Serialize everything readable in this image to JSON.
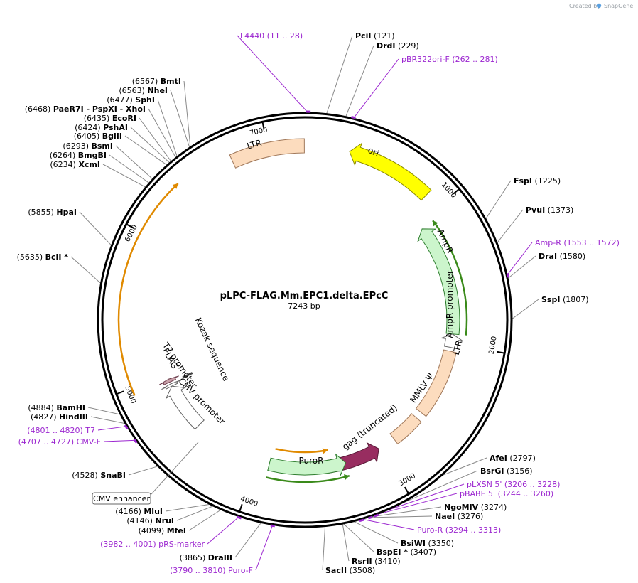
{
  "header": {
    "credit": "Created by",
    "brand": "SnapGene"
  },
  "plasmid": {
    "name": "pLPC-FLAG.Mm.EPC1.delta.EPcC",
    "size": "7243 bp",
    "length": 7243
  },
  "ticks": [
    {
      "pos": 1000,
      "label": "1000"
    },
    {
      "pos": 2000,
      "label": "2000"
    },
    {
      "pos": 3000,
      "label": "3000"
    },
    {
      "pos": 4000,
      "label": "4000"
    },
    {
      "pos": 5000,
      "label": "5000"
    },
    {
      "pos": 6000,
      "label": "6000"
    },
    {
      "pos": 7000,
      "label": "7000"
    }
  ],
  "features": [
    {
      "name": "ori",
      "label": "ori",
      "start": 300,
      "end": 890,
      "strand": -1,
      "track": "t3",
      "color": "#ffff00",
      "stroke": "#8a8a00"
    },
    {
      "name": "ltr-top",
      "label": "LTR",
      "start": 6750,
      "end": 7240,
      "strand": 0,
      "track": "t3",
      "color": "#fcdcbe",
      "stroke": "#a0785a"
    },
    {
      "name": "ampr",
      "label": "AmpR",
      "start": 1050,
      "end": 1920,
      "strand": -1,
      "track": "t2",
      "color": "#ccf5cc",
      "stroke": "#2d7d2d"
    },
    {
      "name": "ampr-promoter",
      "label": "AmpR promoter",
      "start": 1921,
      "end": 2025,
      "strand": -1,
      "track": "t2",
      "color": "#ffffff",
      "stroke": "#666666"
    },
    {
      "name": "ltr-right",
      "label": "LTR",
      "start": 2055,
      "end": 2585,
      "strand": 0,
      "track": "t2",
      "color": "#fcdcbe",
      "stroke": "#a0785a"
    },
    {
      "name": "mmlv-psi",
      "label": "MMLV Ψ",
      "start": 2640,
      "end": 2880,
      "strand": 0,
      "track": "t2",
      "color": "#fcdcbe",
      "stroke": "#a0785a"
    },
    {
      "name": "gag-truncated",
      "label": "gag (truncated)",
      "start": 3020,
      "end": 3440,
      "strand": -1,
      "track": "t2",
      "color": "#982d60",
      "stroke": "#5a1a38"
    },
    {
      "name": "puror",
      "label": "PuroR",
      "start": 3300,
      "end": 3900,
      "strand": -1,
      "track": "t2",
      "color": "#ccf5cc",
      "stroke": "#2d7d2d"
    },
    {
      "name": "cmv-promoter",
      "label": "CMV promoter",
      "start": 4530,
      "end": 4900,
      "strand": 1,
      "track": "t2",
      "color": "#ffffff",
      "stroke": "#666666"
    },
    {
      "name": "t7-promoter",
      "label": "T7 promoter",
      "start": 4900,
      "end": 4920,
      "strand": 1,
      "track": "t2",
      "color": "#ffffff",
      "stroke": "#666666"
    },
    {
      "name": "flag",
      "label": "FLAG",
      "start": 4935,
      "end": 4960,
      "strand": 1,
      "track": "t2",
      "color": "#c8a0a8",
      "stroke": "#6a3a4a"
    },
    {
      "name": "kozak",
      "label": "Kozak sequence",
      "start": 4925,
      "end": 4932,
      "strand": 0,
      "track": "t2",
      "color": "#aaaaaa",
      "stroke": "#444444"
    }
  ],
  "orfs": [
    {
      "name": "orf-ampr",
      "start": 1050,
      "end": 1920,
      "strand": -1,
      "color": "#3a8a1a"
    },
    {
      "name": "orf-puror",
      "start": 3300,
      "end": 3900,
      "strand": -1,
      "color": "#3a8a1a"
    },
    {
      "name": "orf-puror-2",
      "start": 3420,
      "end": 3880,
      "strand": -1,
      "color": "#e08a00"
    },
    {
      "name": "orf-flag",
      "start": 4950,
      "end": 6380,
      "strand": 1,
      "color": "#e08a00"
    }
  ],
  "feature_labels": {
    "ori": "ori",
    "ltr_top": "LTR",
    "ampr": "AmpR",
    "ampr_promoter": "AmpR promoter",
    "ltr_right": "LTR",
    "mmlv": "MMLV Ψ",
    "gag": "gag (truncated)",
    "puror": "PuroR",
    "cmv_promoter": "CMV promoter",
    "t7": "T7 promoter",
    "flag": "FLAG",
    "kozak": "Kozak sequence",
    "cmv_enhancer": "CMV enhancer"
  },
  "sites": [
    {
      "name": "PciI",
      "pos": "(121)",
      "p": 121,
      "kind": "enzyme"
    },
    {
      "name": "DrdI",
      "pos": "(229)",
      "p": 229,
      "kind": "enzyme"
    },
    {
      "name": "pBR322ori-F",
      "pos": "(262 .. 281)",
      "p": 272,
      "kind": "primer"
    },
    {
      "name": "L4440",
      "pos": "(11 .. 28)",
      "p": 20,
      "kind": "primer"
    },
    {
      "name": "FspI",
      "pos": "(1225)",
      "p": 1225,
      "kind": "enzyme"
    },
    {
      "name": "PvuI",
      "pos": "(1373)",
      "p": 1373,
      "kind": "enzyme"
    },
    {
      "name": "Amp-R",
      "pos": "(1553 .. 1572)",
      "p": 1562,
      "kind": "primer"
    },
    {
      "name": "DraI",
      "pos": "(1580)",
      "p": 1580,
      "kind": "enzyme"
    },
    {
      "name": "SspI",
      "pos": "(1807)",
      "p": 1807,
      "kind": "enzyme"
    },
    {
      "name": "AfeI",
      "pos": "(2797)",
      "p": 2797,
      "kind": "enzyme"
    },
    {
      "name": "BsrGI",
      "pos": "(3156)",
      "p": 3156,
      "kind": "enzyme"
    },
    {
      "name": "pLXSN 5'",
      "pos": "(3206 .. 3228)",
      "p": 3217,
      "kind": "primer"
    },
    {
      "name": "pBABE 5'",
      "pos": "(3244 .. 3260)",
      "p": 3252,
      "kind": "primer"
    },
    {
      "name": "NgoMIV",
      "pos": "(3274)",
      "p": 3274,
      "kind": "enzyme"
    },
    {
      "name": "NaeI",
      "pos": "(3276)",
      "p": 3276,
      "kind": "enzyme"
    },
    {
      "name": "Puro-R",
      "pos": "(3294 .. 3313)",
      "p": 3303,
      "kind": "primer"
    },
    {
      "name": "BsiWI",
      "pos": "(3350)",
      "p": 3350,
      "kind": "enzyme"
    },
    {
      "name": "BspEI *",
      "pos": "(3407)",
      "p": 3407,
      "kind": "enzyme"
    },
    {
      "name": "RsrII",
      "pos": "(3410)",
      "p": 3410,
      "kind": "enzyme"
    },
    {
      "name": "SacII",
      "pos": "(3508)",
      "p": 3508,
      "kind": "enzyme"
    },
    {
      "name": "Puro-F",
      "pos": "(3790 .. 3810)",
      "p": 3800,
      "kind": "primer"
    },
    {
      "name": "DraIII",
      "pos": "(3865)",
      "p": 3865,
      "kind": "enzyme"
    },
    {
      "name": "pRS-marker",
      "pos": "(3982 .. 4001)",
      "p": 3991,
      "kind": "primer"
    },
    {
      "name": "MfeI",
      "pos": "(4099)",
      "p": 4099,
      "kind": "enzyme"
    },
    {
      "name": "NruI",
      "pos": "(4146)",
      "p": 4146,
      "kind": "enzyme"
    },
    {
      "name": "MluI",
      "pos": "(4166)",
      "p": 4166,
      "kind": "enzyme"
    },
    {
      "name": "SnaBI",
      "pos": "(4528)",
      "p": 4528,
      "kind": "enzyme"
    },
    {
      "name": "CMV-F",
      "pos": "(4707 .. 4727)",
      "p": 4717,
      "kind": "primer"
    },
    {
      "name": "T7",
      "pos": "(4801 .. 4820)",
      "p": 4810,
      "kind": "primer"
    },
    {
      "name": "HindIII",
      "pos": "(4827)",
      "p": 4827,
      "kind": "enzyme"
    },
    {
      "name": "BamHI",
      "pos": "(4884)",
      "p": 4884,
      "kind": "enzyme"
    },
    {
      "name": "BclI *",
      "pos": "(5635)",
      "p": 5635,
      "kind": "enzyme"
    },
    {
      "name": "HpaI",
      "pos": "(5855)",
      "p": 5855,
      "kind": "enzyme"
    },
    {
      "name": "XcmI",
      "pos": "(6234)",
      "p": 6234,
      "kind": "enzyme"
    },
    {
      "name": "BmgBI",
      "pos": "(6264)",
      "p": 6264,
      "kind": "enzyme"
    },
    {
      "name": "BsmI",
      "pos": "(6293)",
      "p": 6293,
      "kind": "enzyme"
    },
    {
      "name": "BglII",
      "pos": "(6405)",
      "p": 6405,
      "kind": "enzyme"
    },
    {
      "name": "PshAI",
      "pos": "(6424)",
      "p": 6424,
      "kind": "enzyme"
    },
    {
      "name": "EcoRI",
      "pos": "(6435)",
      "p": 6435,
      "kind": "enzyme"
    },
    {
      "name": "PaeR7I - PspXI - XhoI",
      "pos": "(6468)",
      "p": 6468,
      "kind": "enzyme"
    },
    {
      "name": "SphI",
      "pos": "(6477)",
      "p": 6477,
      "kind": "enzyme"
    },
    {
      "name": "NheI",
      "pos": "(6563)",
      "p": 6563,
      "kind": "enzyme"
    },
    {
      "name": "BmtI",
      "pos": "(6567)",
      "p": 6567,
      "kind": "enzyme"
    }
  ]
}
